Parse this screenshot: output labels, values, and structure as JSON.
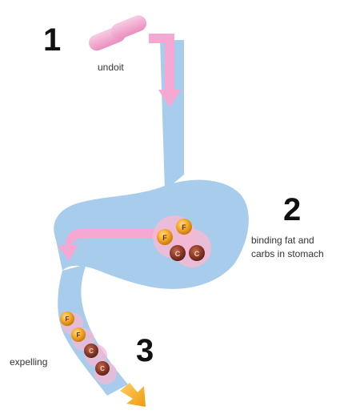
{
  "steps": [
    {
      "number": "1",
      "caption": "undoit"
    },
    {
      "number": "2",
      "caption_line1": "binding fat and",
      "caption_line2": "carbs in stomach"
    },
    {
      "number": "3",
      "caption": "expelling"
    }
  ],
  "particles": {
    "fat_letter": "F",
    "carb_letter": "C"
  },
  "colors": {
    "digestive_tract": "#a8ccec",
    "flow_arrow": "#f5a8d2",
    "pill": "#f3a9d1",
    "fat_particle": "#f0a024",
    "carb_particle": "#8b3a28",
    "particle_halo": "#f5b8d4",
    "exit_arrow": "#f5b020"
  }
}
